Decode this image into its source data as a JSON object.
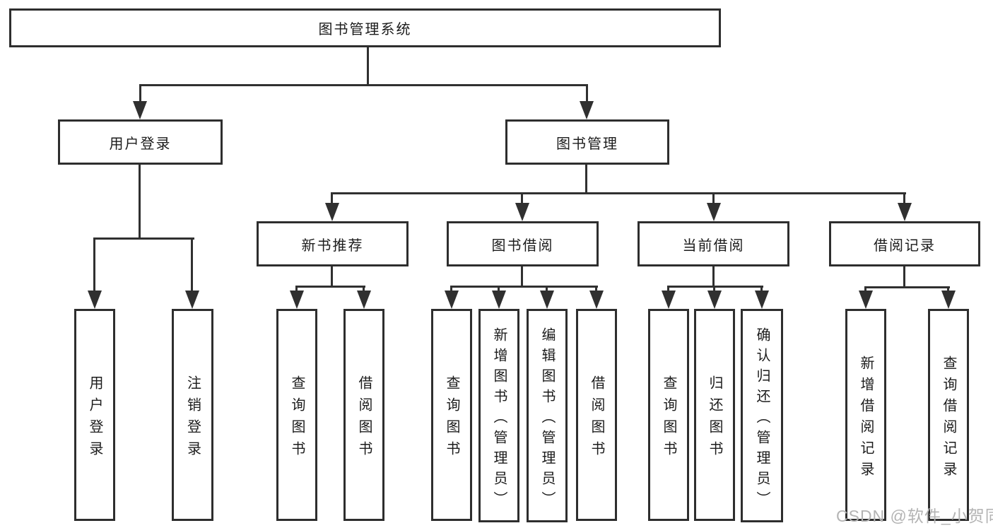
{
  "colors": {
    "background": "#ffffff",
    "line": "#303030",
    "box_border": "#2e2e2e",
    "text": "#1c1c1c",
    "watermark": "#b4b4b4"
  },
  "diagram": {
    "root": {
      "label": "图书管理系统"
    },
    "branches": [
      {
        "label": "用户登录",
        "children": [
          {
            "label": "用户登录"
          },
          {
            "label": "注销登录"
          }
        ]
      },
      {
        "label": "图书管理",
        "children": [
          {
            "label": "新书推荐",
            "children": [
              {
                "label": "查询图书"
              },
              {
                "label": "借阅图书"
              }
            ]
          },
          {
            "label": "图书借阅",
            "children": [
              {
                "label": "查询图书"
              },
              {
                "label": "新增图书（管理员）"
              },
              {
                "label": "编辑图书（管理员）"
              },
              {
                "label": "借阅图书"
              }
            ]
          },
          {
            "label": "当前借阅",
            "children": [
              {
                "label": "查询图书"
              },
              {
                "label": "归还图书"
              },
              {
                "label": "确认归还（管理员）"
              }
            ]
          },
          {
            "label": "借阅记录",
            "children": [
              {
                "label": "新增借阅记录"
              },
              {
                "label": "查询借阅记录"
              }
            ]
          }
        ]
      }
    ]
  },
  "watermark": {
    "text": "CSDN @软件_小贺同学"
  }
}
